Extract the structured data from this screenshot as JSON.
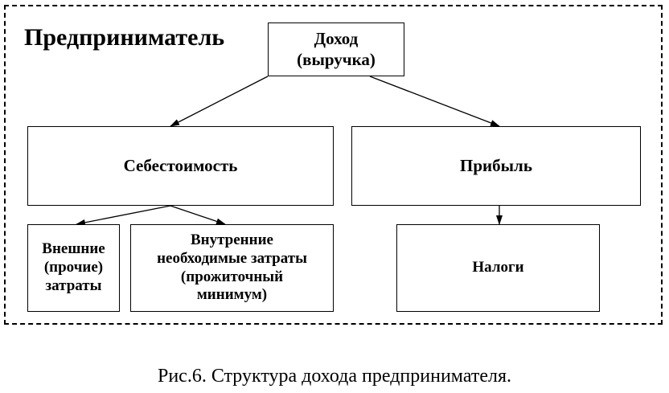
{
  "diagram": {
    "entrepreneur_label": "Предприниматель",
    "nodes": {
      "income": "Доход\n(выручка)",
      "cost": "Себестоимость",
      "profit": "Прибыль",
      "external_costs": "Внешние\n(прочие)\nзатраты",
      "internal_costs": "Внутренние\nнеобходимые затраты\n(прожиточный\nминимум)",
      "taxes": "Налоги"
    }
  },
  "caption": "Рис.6. Структура дохода предпринимателя."
}
